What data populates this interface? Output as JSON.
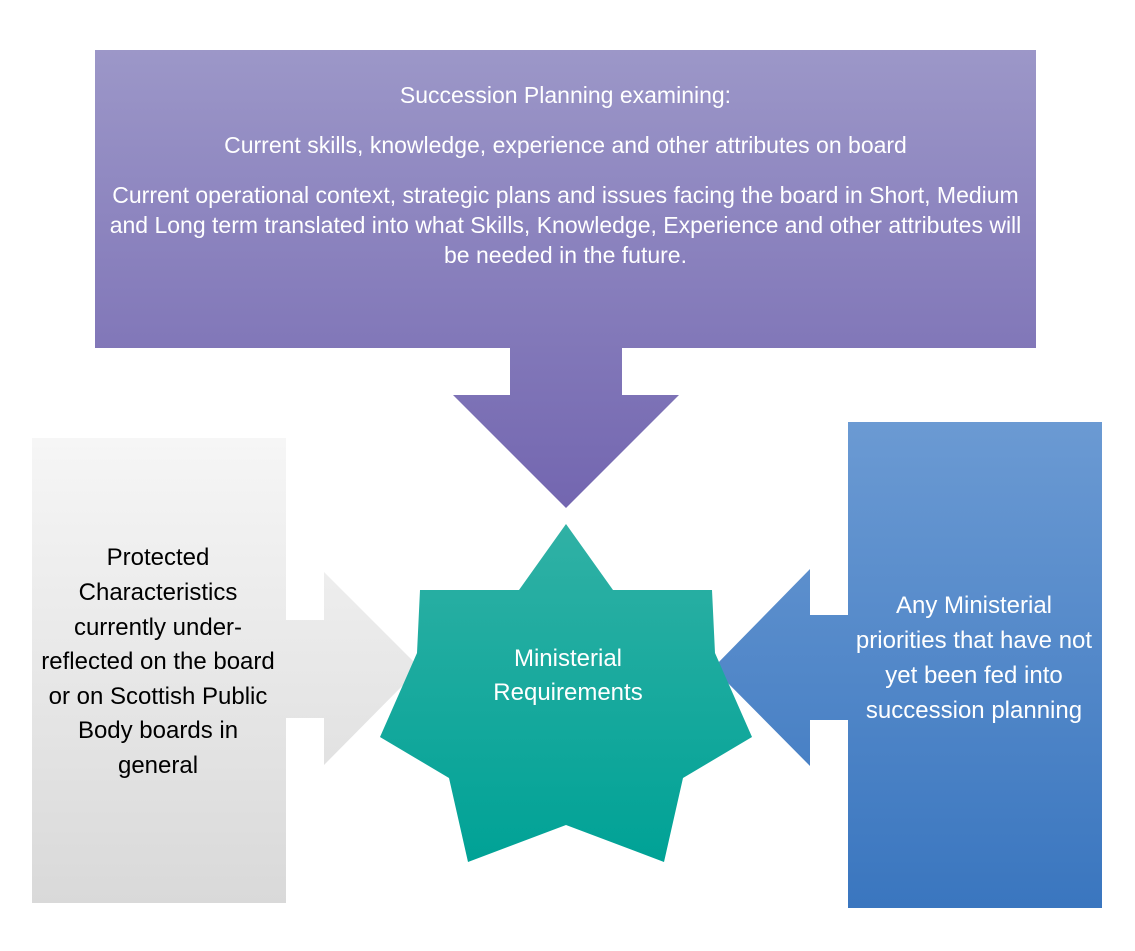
{
  "diagram": {
    "top_box": {
      "heading": "Succession Planning examining:",
      "item1": "Current skills, knowledge, experience and other attributes on board",
      "item2": "Current operational context, strategic plans and issues facing the board in Short, Medium and Long term translated into what Skills, Knowledge, Experience and other attributes will be needed in the future."
    },
    "left_box": {
      "text": "Protected Characteristics currently under-reflected on the board or on Scottish Public Body boards in general"
    },
    "right_box": {
      "text": "Any Ministerial priorities that have not yet been fed into succession planning"
    },
    "center_star": {
      "text": "Ministerial Requirements"
    }
  },
  "colors": {
    "top_gradient_start": "#9c97c8",
    "top_gradient_end": "#7366b0",
    "left_gradient_start": "#f6f6f6",
    "left_gradient_end": "#d9d9d9",
    "right_gradient_start": "#6b9ad3",
    "right_gradient_end": "#3a76bf",
    "star_gradient_start": "#30b1a5",
    "star_gradient_end": "#00a296"
  }
}
